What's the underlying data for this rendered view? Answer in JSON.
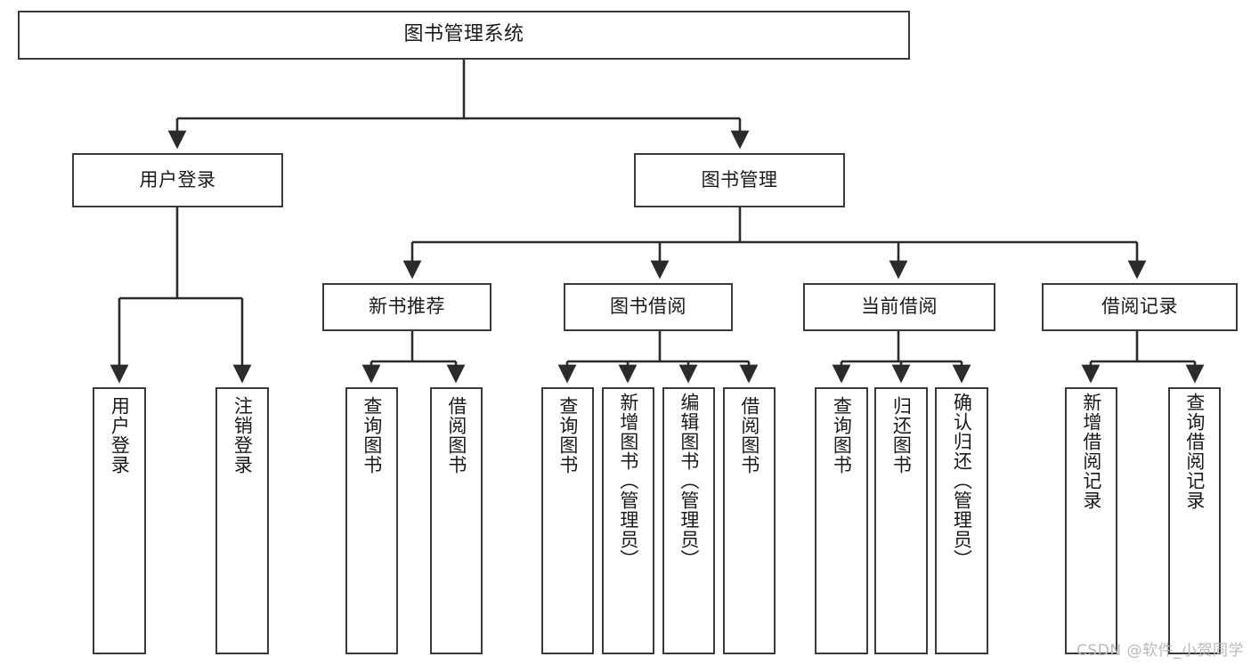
{
  "diagram": {
    "title": "图书管理系统",
    "watermark": "CSDN @软件_小贺同学",
    "colors": {
      "box_stroke": "#3a3a3a",
      "box_fill": "#ffffff",
      "connector": "#2b2b2b",
      "text": "#1a1a1a",
      "watermark": "#b9b9b9"
    },
    "nodes": {
      "root": {
        "label": "图书管理系统"
      },
      "level1": [
        {
          "label": "用户登录"
        },
        {
          "label": "图书管理"
        }
      ],
      "level2": [
        {
          "label": "新书推荐"
        },
        {
          "label": "图书借阅"
        },
        {
          "label": "当前借阅"
        },
        {
          "label": "借阅记录"
        }
      ],
      "leaves_user_login": [
        {
          "label": "用户登录"
        },
        {
          "label": "注销登录"
        }
      ],
      "leaves_new_book": [
        {
          "label": "查询图书"
        },
        {
          "label": "借阅图书"
        }
      ],
      "leaves_borrow": [
        {
          "label": "查询图书"
        },
        {
          "label": "新增图书（管理员）"
        },
        {
          "label": "编辑图书（管理员）"
        },
        {
          "label": "借阅图书"
        }
      ],
      "leaves_current": [
        {
          "label": "查询图书"
        },
        {
          "label": "归还图书"
        },
        {
          "label": "确认归还（管理员）"
        }
      ],
      "leaves_records": [
        {
          "label": "新增借阅记录"
        },
        {
          "label": "查询借阅记录"
        }
      ]
    }
  }
}
